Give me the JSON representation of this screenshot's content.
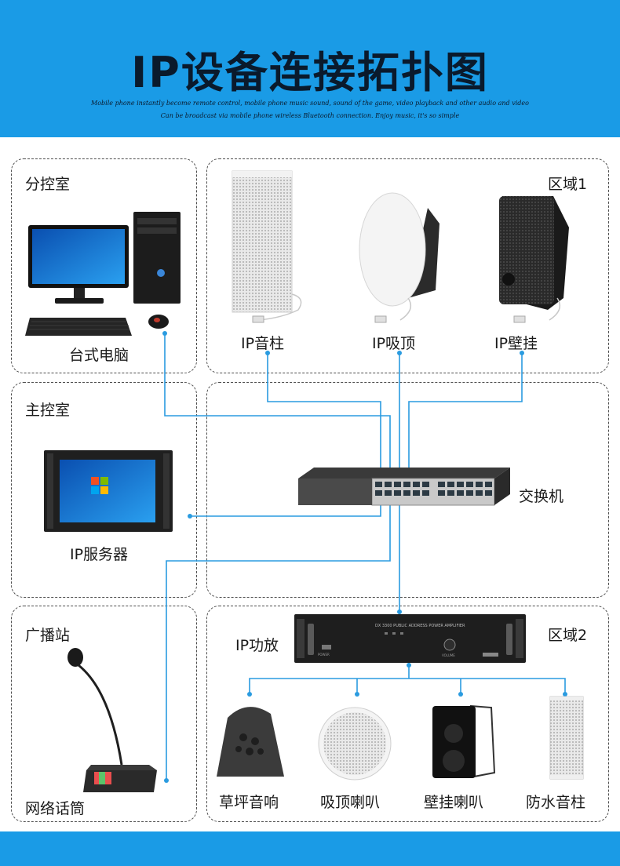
{
  "header": {
    "title": "IP设备连接拓扑图",
    "subtitle_line1": "Mobile phone instantly become remote control, mobile phone music sound, sound of the game, video playback and other audio and video",
    "subtitle_line2": "Can be broadcast via mobile phone wireless Bluetooth connection. Enjoy music, it's so simple"
  },
  "zones": {
    "branch_control": "分控室",
    "main_control": "主控室",
    "broadcast_station": "广播站",
    "area1": "区域1",
    "area2": "区域2"
  },
  "devices": {
    "desktop": "台式电脑",
    "server": "IP服务器",
    "mic": "网络话筒",
    "ip_column": "IP音柱",
    "ip_ceiling": "IP吸顶",
    "ip_wall": "IP壁挂",
    "switch": "交换机",
    "amplifier": "IP功放",
    "lawn": "草坪音响",
    "ceiling_speaker": "吸顶喇叭",
    "wall_speaker": "壁挂喇叭",
    "waterproof_column": "防水音柱"
  },
  "equipment_text": {
    "amp_panel": "DX 3300  PUBLIC ADDRESS POWER AMPLIFIER",
    "amp_power": "POWER",
    "amp_volume": "VOLUME"
  },
  "colors": {
    "background": "#1a9be6",
    "connection_line": "#2a9be0",
    "title": "#0a1a2c"
  }
}
